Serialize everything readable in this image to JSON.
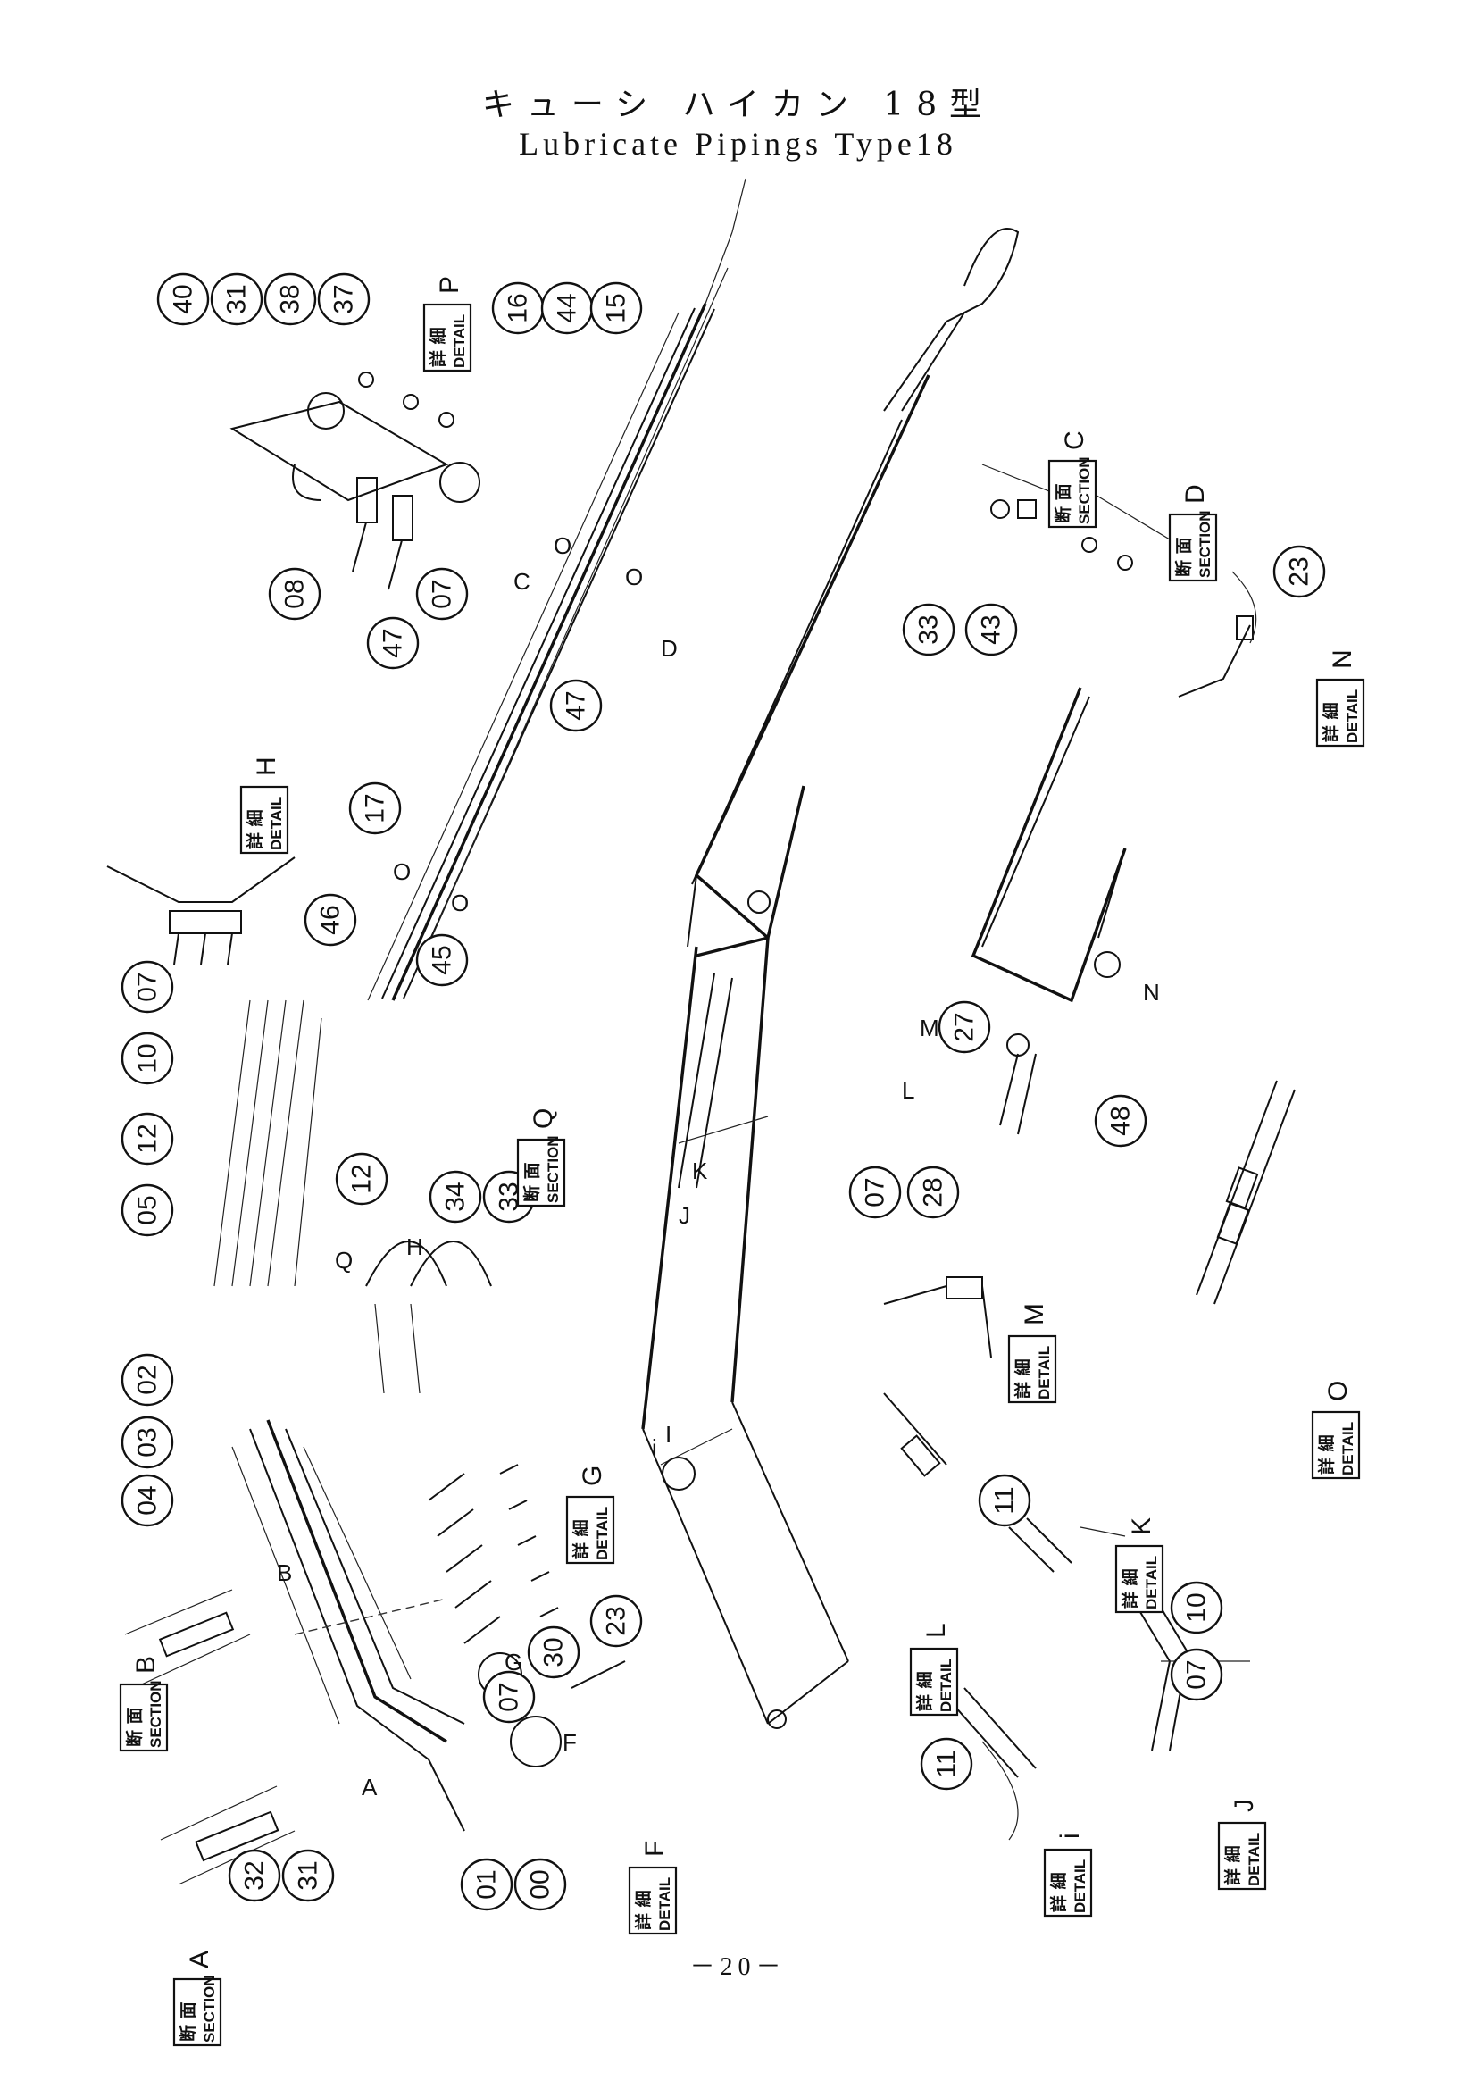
{
  "title": {
    "jp": "キューシ ハイカン 18型",
    "en": "Lubricate Pipings Type18"
  },
  "page_number": "－20－",
  "callouts": [
    "40",
    "31",
    "38",
    "37",
    "08",
    "07",
    "16",
    "44",
    "15",
    "47",
    "47",
    "17",
    "46",
    "45",
    "33",
    "43",
    "23",
    "07",
    "10",
    "12",
    "05",
    "12",
    "34",
    "33",
    "07",
    "28",
    "48",
    "27",
    "02",
    "03",
    "04",
    "07",
    "30",
    "23",
    "11",
    "10",
    "07",
    "11",
    "32",
    "31",
    "01",
    "00"
  ],
  "view_labels": {
    "detail_p": {
      "jp": "詳 細",
      "en": "DETAIL",
      "letter": "P"
    },
    "detail_h": {
      "jp": "詳 細",
      "en": "DETAIL",
      "letter": "H"
    },
    "section_c": {
      "jp": "断 面",
      "en": "SECTION",
      "letter": "C"
    },
    "section_d": {
      "jp": "断 面",
      "en": "SECTION",
      "letter": "D"
    },
    "detail_n": {
      "jp": "詳 細",
      "en": "DETAIL",
      "letter": "N"
    },
    "section_q": {
      "jp": "断 面",
      "en": "SECTION",
      "letter": "Q"
    },
    "detail_m": {
      "jp": "詳 細",
      "en": "DETAIL",
      "letter": "M"
    },
    "detail_o": {
      "jp": "詳 細",
      "en": "DETAIL",
      "letter": "O"
    },
    "detail_g": {
      "jp": "詳 細",
      "en": "DETAIL",
      "letter": "G"
    },
    "detail_l": {
      "jp": "詳 細",
      "en": "DETAIL",
      "letter": "L"
    },
    "detail_k": {
      "jp": "詳 細",
      "en": "DETAIL",
      "letter": "K"
    },
    "section_b": {
      "jp": "断 面",
      "en": "SECTION",
      "letter": "B"
    },
    "detail_f": {
      "jp": "詳 細",
      "en": "DETAIL",
      "letter": "F"
    },
    "detail_i": {
      "jp": "詳 細",
      "en": "DETAIL",
      "letter": "i"
    },
    "detail_j": {
      "jp": "詳 細",
      "en": "DETAIL",
      "letter": "J"
    },
    "section_a": {
      "jp": "断 面",
      "en": "SECTION",
      "letter": "A"
    }
  },
  "diagram_marks": [
    "C",
    "D",
    "O",
    "O",
    "O",
    "O",
    "Q",
    "H",
    "B",
    "A",
    "G",
    "F",
    "K",
    "J",
    "i",
    "M",
    "L",
    "N",
    "I"
  ]
}
